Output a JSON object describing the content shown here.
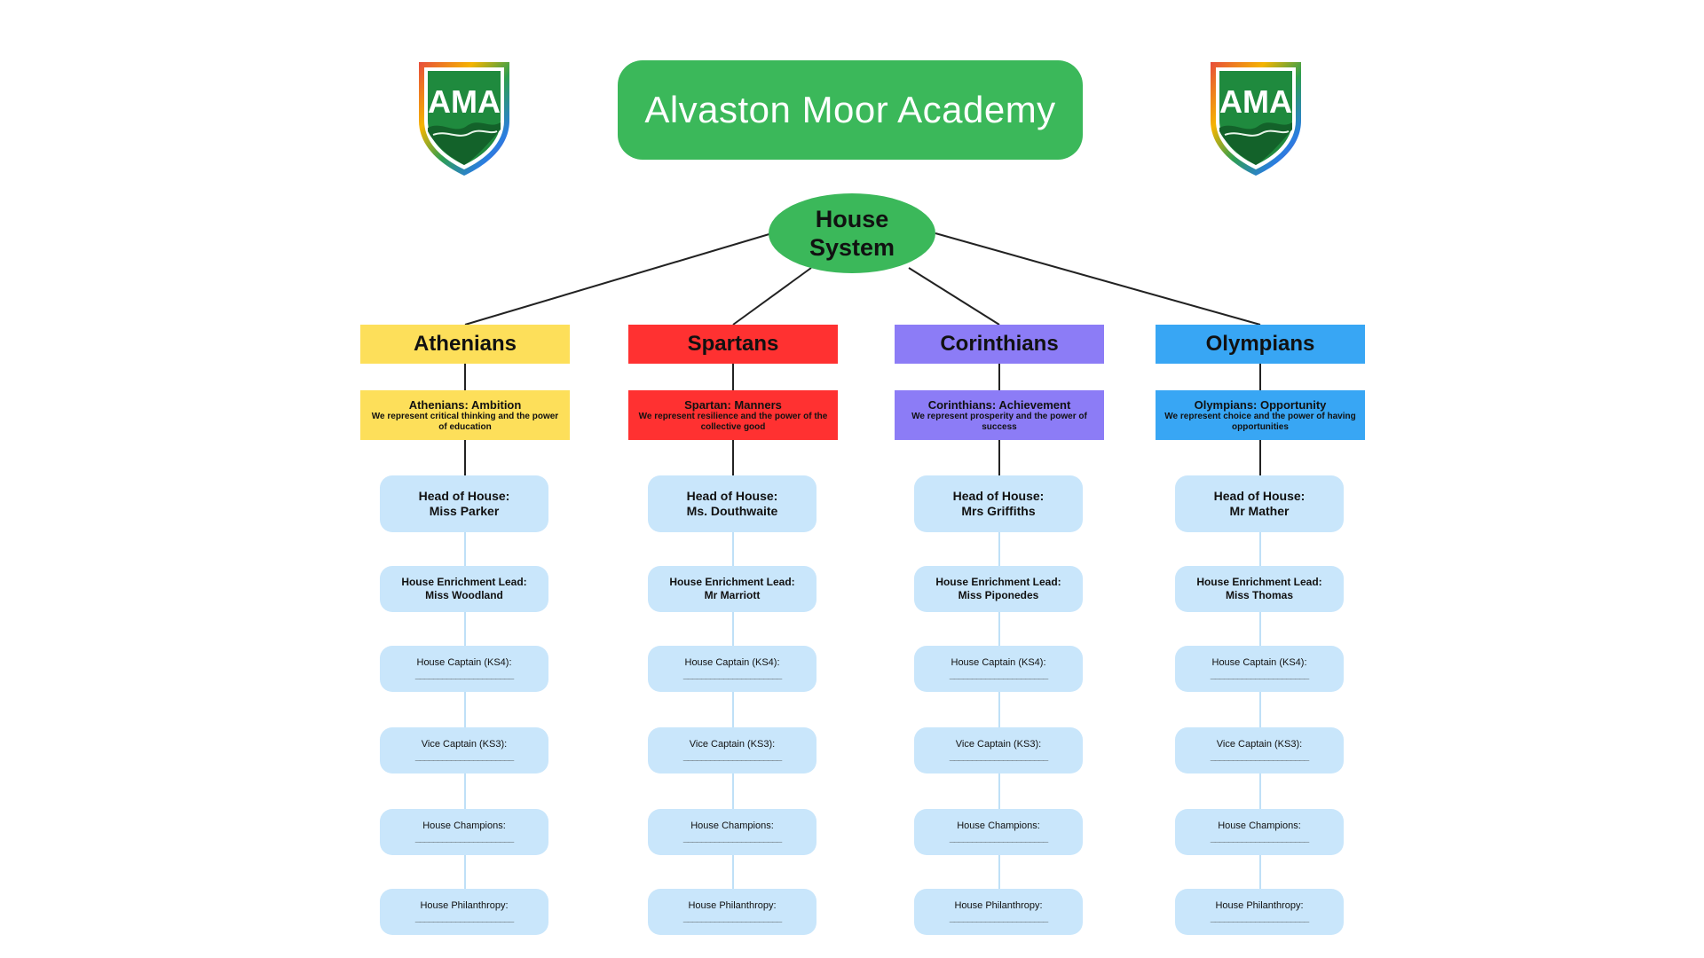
{
  "title": "Alvaston Moor Academy",
  "logo_text": "AMA",
  "hub": {
    "line1": "House",
    "line2": "System"
  },
  "colors": {
    "brand_green": "#3bb85a",
    "role_box": "#c9e6fb",
    "connector": "#222222",
    "role_connector": "#bfe0f7"
  },
  "houses": [
    {
      "name": "Athenians",
      "color": "#fddf5a",
      "value_title": "Athenians: Ambition",
      "value_desc": "We represent critical thinking and the power of education",
      "head_label": "Head of House:",
      "head_name": "Miss Parker",
      "lead_label": "House Enrichment Lead:",
      "lead_name": "Miss Woodland",
      "captain": "House Captain (KS4):",
      "vice": "Vice Captain (KS3):",
      "champions": "House Champions:",
      "philanthropy": "House Philanthropy:",
      "blank": "______________________"
    },
    {
      "name": "Spartans",
      "color": "#ff3131",
      "value_title": "Spartan: Manners",
      "value_desc": "We represent resilience and the power of the collective good",
      "head_label": "Head of House:",
      "head_name": "Ms. Douthwaite",
      "lead_label": "House Enrichment Lead:",
      "lead_name": "Mr Marriott",
      "captain": "House Captain (KS4):",
      "vice": "Vice Captain (KS3):",
      "champions": "House Champions:",
      "philanthropy": "House Philanthropy:",
      "blank": "______________________"
    },
    {
      "name": "Corinthians",
      "color": "#8c7cf6",
      "value_title": "Corinthians: Achievement",
      "value_desc": "We represent prosperity and the power of success",
      "head_label": "Head of House:",
      "head_name": "Mrs Griffiths",
      "lead_label": "House Enrichment Lead:",
      "lead_name": "Miss Piponedes",
      "captain": "House Captain (KS4):",
      "vice": "Vice Captain (KS3):",
      "champions": "House Champions:",
      "philanthropy": "House Philanthropy:",
      "blank": "______________________"
    },
    {
      "name": "Olympians",
      "color": "#38a6f4",
      "value_title": "Olympians: Opportunity",
      "value_desc": "We represent choice and the power of having opportunities",
      "head_label": "Head of House:",
      "head_name": "Mr Mather",
      "lead_label": "House Enrichment Lead:",
      "lead_name": "Miss Thomas",
      "captain": "House Captain (KS4):",
      "vice": "Vice Captain (KS3):",
      "champions": "House Champions:",
      "philanthropy": "House Philanthropy:",
      "blank": "______________________"
    }
  ]
}
